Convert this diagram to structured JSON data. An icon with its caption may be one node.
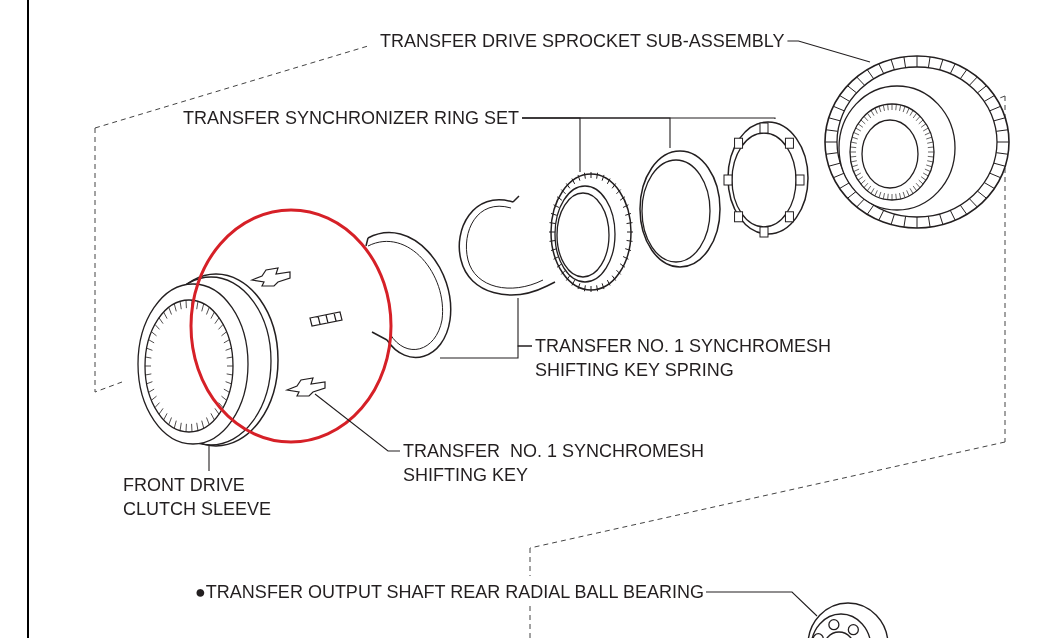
{
  "diagram": {
    "nodes": [
      {
        "text": [
          "TRANSFER DRIVE SPROCKET SUB-ASSEMBLY"
        ]
      },
      {
        "text": [],
        "shape": "picture"
      },
      {
        "text": [
          "TRANSFER SYNCHRONIZER RING SET"
        ]
      },
      {
        "text": [],
        "shape": "picture"
      },
      {
        "text": [],
        "shape": "picture"
      },
      {
        "text": [],
        "shape": "picture"
      },
      {
        "text": [],
        "shape": "picture"
      },
      {
        "text": [],
        "shape": "picture"
      },
      {
        "text": [
          "TRANSFER NO. 1 SYNCHROMESH SHIFTING KEY SPRING"
        ]
      },
      {
        "text": [],
        "shape": "picture"
      },
      {
        "text": [],
        "shape": "picture"
      },
      {
        "text": [],
        "shape": "picture"
      },
      {
        "text": [],
        "shape": "picture"
      },
      {
        "text": [
          "TRANSFER  NO. 1 SYNCHROMESH SHIFTING KEY"
        ]
      },
      {
        "text": [
          "FRONT DRIVE CLUTCH SLEEVE"
        ]
      },
      {
        "text": [
          "●TRANSFER OUTPUT SHAFT REAR RADIAL BALL BEARING"
        ]
      },
      {
        "text": [],
        "shape": "picture"
      }
    ],
    "edges": [
      {
        "from": 0,
        "to": 1,
        "arrow": "none"
      },
      {
        "from": 2,
        "to": 3,
        "arrow": "none"
      },
      {
        "from": 2,
        "to": 4,
        "arrow": "none"
      },
      {
        "from": 2,
        "to": 5,
        "arrow": "none"
      },
      {
        "from": 8,
        "to": 6,
        "arrow": "none"
      },
      {
        "from": 8,
        "to": 7,
        "arrow": "none"
      },
      {
        "from": 13,
        "to": 12,
        "arrow": "none"
      },
      {
        "from": 14,
        "to": 9,
        "arrow": "none"
      },
      {
        "from": 15,
        "to": 16,
        "arrow": "none"
      }
    ]
  }
}
